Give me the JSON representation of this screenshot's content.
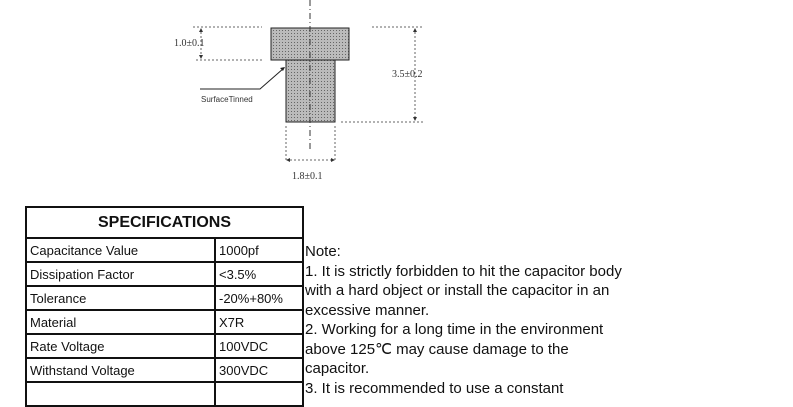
{
  "drawing": {
    "dim_head": "1.0±0.1",
    "dim_total": "3.5±0.2",
    "dim_width": "1.8±0.1",
    "label_surface": "SurfaceTinned"
  },
  "specs": {
    "title": "SPECIFICATIONS",
    "rows": [
      {
        "name": "Capacitance Value",
        "value": "1000pf"
      },
      {
        "name": "Dissipation Factor",
        "value": "<3.5%"
      },
      {
        "name": "Tolerance",
        "value": "-20%+80%"
      },
      {
        "name": "Material",
        "value": "X7R"
      },
      {
        "name": "Rate Voltage",
        "value": "100VDC"
      },
      {
        "name": "Withstand Voltage",
        "value": "300VDC"
      }
    ]
  },
  "notes": {
    "title": "Note:",
    "lines": [
      "1. It is strictly forbidden to hit the capacitor body",
      "with a hard object or install the capacitor in an",
      "excessive manner.",
      "2. Working for a long time in the environment",
      "above 125℃ may cause damage to the",
      "capacitor.",
      "3. It is recommended to use a constant"
    ]
  }
}
